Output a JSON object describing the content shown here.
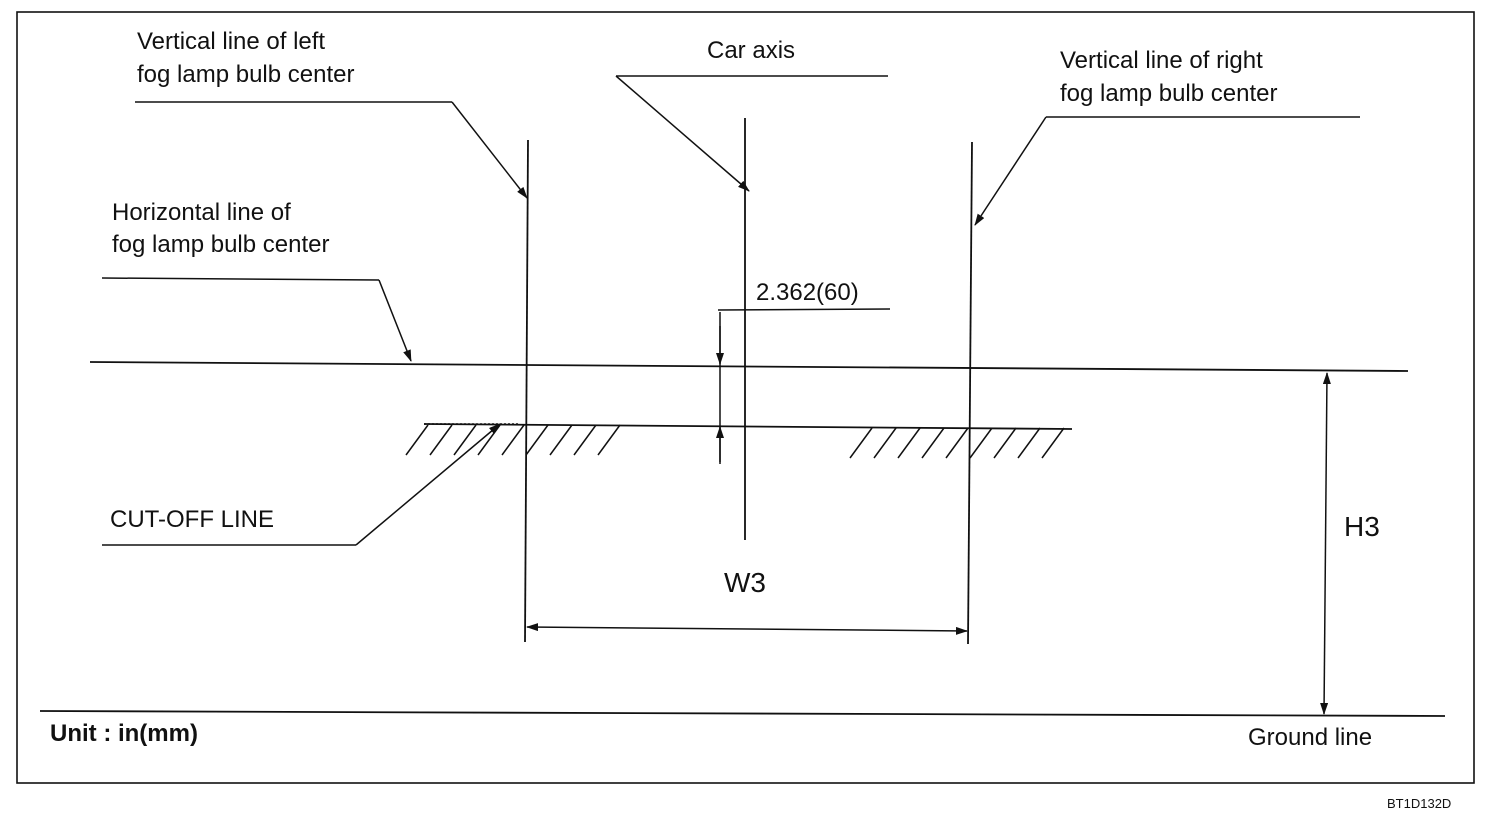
{
  "labels": {
    "left_vertical": [
      "Vertical line of left",
      "fog lamp bulb center"
    ],
    "car_axis": "Car axis",
    "right_vertical": [
      "Vertical line of right",
      "fog lamp bulb center"
    ],
    "horizontal": [
      "Horizontal line of",
      "fog lamp bulb center"
    ],
    "offset_dimension": "2.362(60)",
    "cutoff": "CUT-OFF LINE",
    "width_dimension": "W3",
    "height_dimension": "H3",
    "unit": "Unit : in(mm)",
    "ground": "Ground line",
    "figure_code": "BT1D132D"
  },
  "colors": {
    "ink": "#111111",
    "background": "#ffffff"
  }
}
